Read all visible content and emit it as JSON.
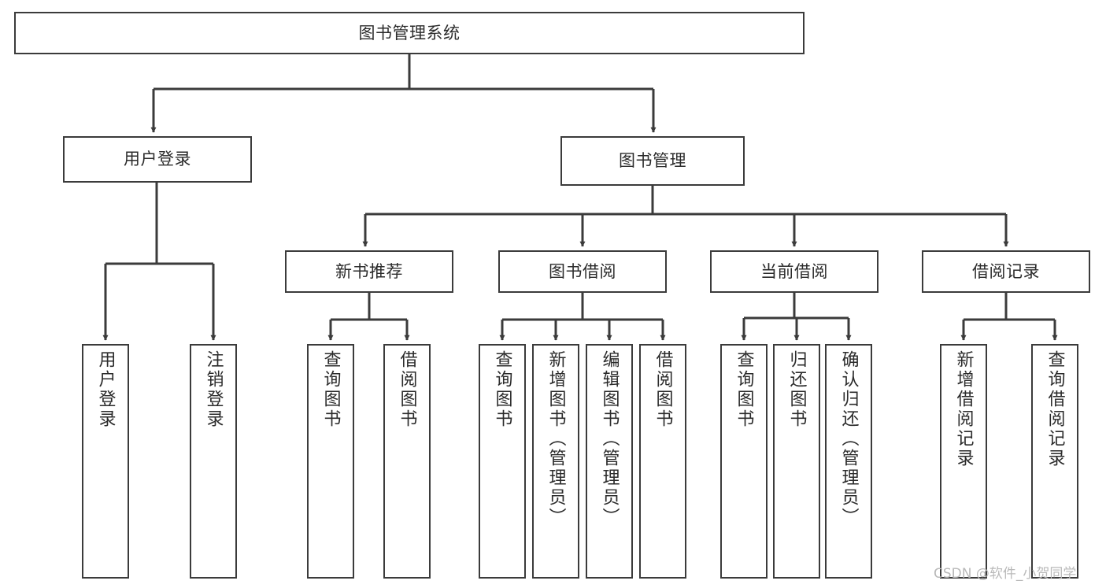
{
  "diagram": {
    "title": "图书管理系统",
    "type": "tree",
    "orientation": "top-down",
    "colors": {
      "box_border": "#3b3b3b",
      "box_fill": "#ffffff",
      "edge": "#3b3b3b",
      "text": "#2b2b2b",
      "watermark": "#b9b9b9",
      "background": "#ffffff"
    },
    "nodes": {
      "root": {
        "label": "图书管理系统"
      },
      "level1": [
        {
          "id": "user-login",
          "label": "用户登录"
        },
        {
          "id": "book-management",
          "label": "图书管理"
        }
      ],
      "level2": [
        {
          "id": "new-book-recommend",
          "label": "新书推荐"
        },
        {
          "id": "book-borrow",
          "label": "图书借阅"
        },
        {
          "id": "current-borrow",
          "label": "当前借阅"
        },
        {
          "id": "borrow-record",
          "label": "借阅记录"
        }
      ],
      "leaves": {
        "user-login": [
          {
            "id": "leaf-user-login",
            "label": "用户登录"
          },
          {
            "id": "leaf-user-logout",
            "label": "注销登录"
          }
        ],
        "new-book-recommend": [
          {
            "id": "leaf-query-book-1",
            "label": "查询图书"
          },
          {
            "id": "leaf-borrow-book-1",
            "label": "借阅图书"
          }
        ],
        "book-borrow": [
          {
            "id": "leaf-query-book-2",
            "label": "查询图书"
          },
          {
            "id": "leaf-add-book",
            "label": "新增图书（管理员）"
          },
          {
            "id": "leaf-edit-book",
            "label": "编辑图书（管理员）"
          },
          {
            "id": "leaf-borrow-book-2",
            "label": "借阅图书"
          }
        ],
        "current-borrow": [
          {
            "id": "leaf-query-book-3",
            "label": "查询图书"
          },
          {
            "id": "leaf-return-book",
            "label": "归还图书"
          },
          {
            "id": "leaf-confirm-return",
            "label": "确认归还（管理员）"
          }
        ],
        "borrow-record": [
          {
            "id": "leaf-add-record",
            "label": "新增借阅记录"
          },
          {
            "id": "leaf-query-record",
            "label": "查询借阅记录"
          }
        ]
      }
    },
    "watermark": "CSDN @软件_小贺同学"
  }
}
